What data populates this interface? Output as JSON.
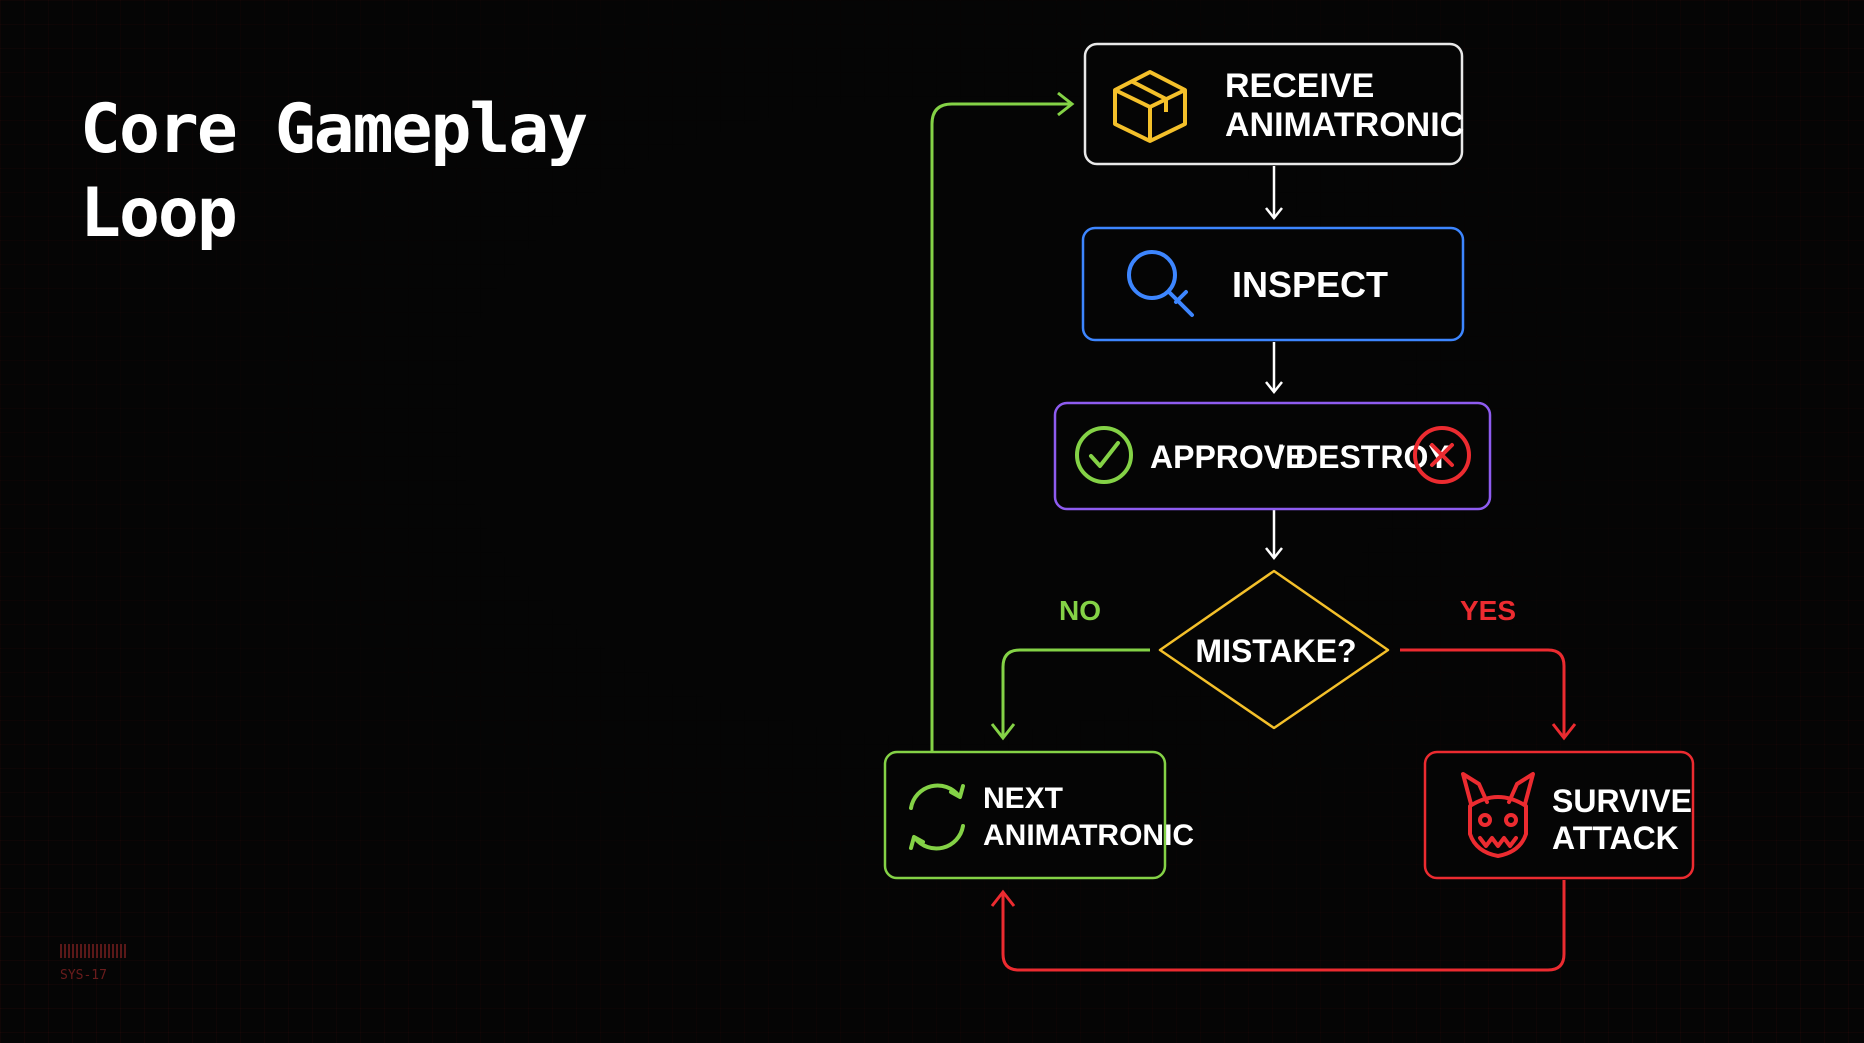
{
  "title": {
    "line1": "Core Gameplay",
    "line2": "Loop"
  },
  "decor": {
    "sys_label": "SYS-17"
  },
  "colors": {
    "yellow": "#f4c02a",
    "blue": "#3d86ff",
    "purple": "#8e5cf0",
    "green": "#84d246",
    "red": "#ec2b30",
    "white": "#ffffff",
    "background": "#050505"
  },
  "nodes": {
    "receive": {
      "line1": "RECEIVE",
      "line2": "ANIMATRONIC",
      "icon": "box-icon"
    },
    "inspect": {
      "label": "INSPECT",
      "icon": "magnifier-icon"
    },
    "decide": {
      "approve": "APPROVE",
      "separator": "/",
      "destroy": "DESTROY",
      "approve_icon": "check-circle-icon",
      "destroy_icon": "x-circle-icon"
    },
    "mistake": {
      "label": "MISTAKE?"
    },
    "next": {
      "line1": "NEXT",
      "line2": "ANIMATRONIC",
      "icon": "refresh-icon"
    },
    "survive": {
      "line1": "SURVIVE",
      "line2": "ATTACK",
      "icon": "bunny-skull-icon"
    }
  },
  "edges": {
    "no_label": "NO",
    "yes_label": "YES"
  }
}
